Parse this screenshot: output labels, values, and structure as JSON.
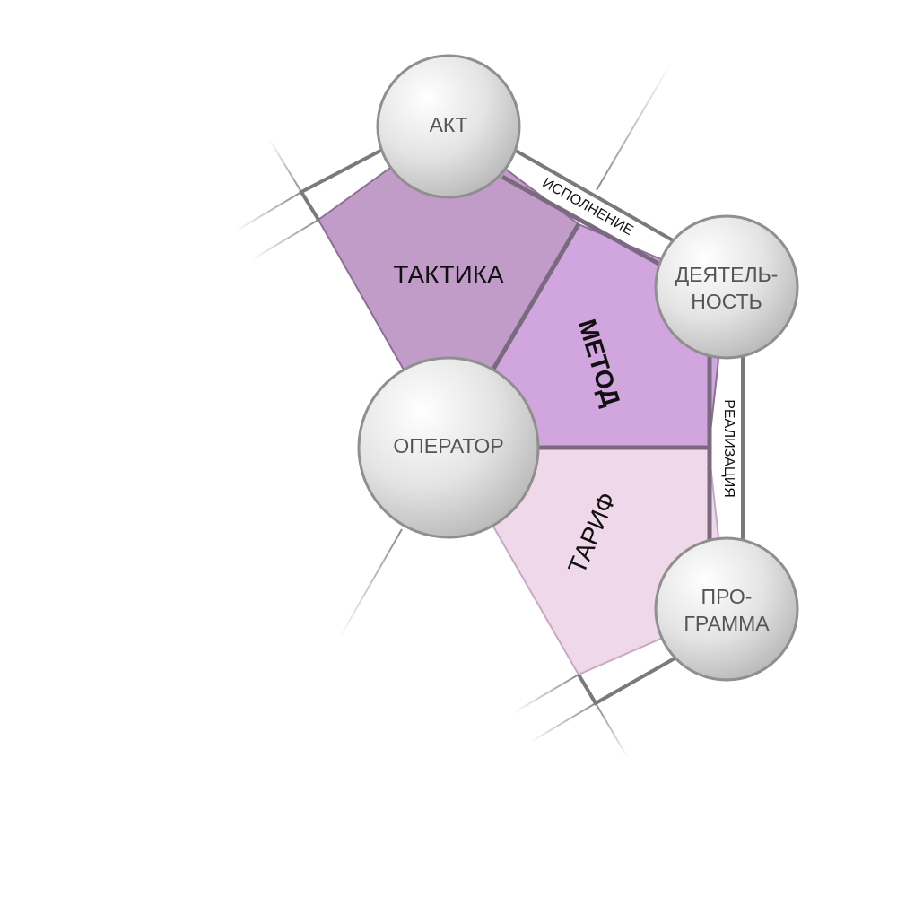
{
  "diagram": {
    "nodes": {
      "akt": "АКТ",
      "deyatelnost_1": "ДЕЯТЕЛЬ-",
      "deyatelnost_2": "НОСТЬ",
      "operator": "ОПЕРАТОР",
      "programma_1": "ПРО-",
      "programma_2": "ГРАММА"
    },
    "regions": {
      "taktika": "ТАКТИКА",
      "metod": "МЕТОД",
      "tarif": "ТАРИФ"
    },
    "edges": {
      "ispolnenie": "ИСПОЛНЕНИЕ",
      "realizatsiya": "РЕАЛИЗАЦИЯ"
    },
    "colors": {
      "taktika": "#c19cc9",
      "metod": "#d1a5de",
      "tarif": "#eed8ea",
      "node_fill": "#d9d9d9",
      "outline": "#7a7a7a"
    }
  }
}
